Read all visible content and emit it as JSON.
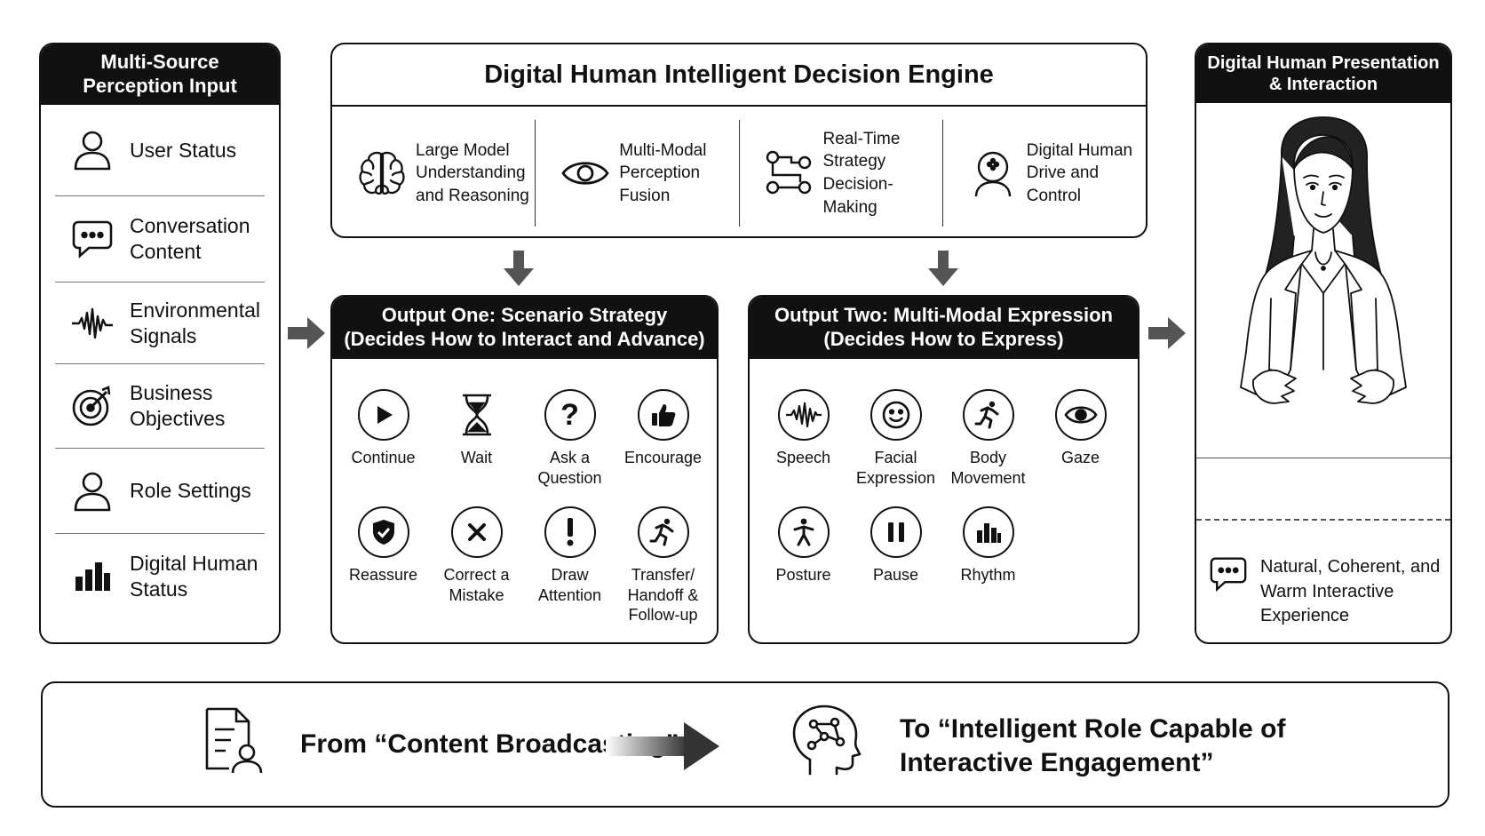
{
  "left_panel": {
    "title_lines": [
      "Multi-Source",
      "Perception Input"
    ],
    "items": [
      {
        "icon": "user-icon",
        "lines": [
          "User Status"
        ]
      },
      {
        "icon": "chat-bubble-icon",
        "lines": [
          "Conversation",
          "Content"
        ]
      },
      {
        "icon": "waveform-icon",
        "lines": [
          "Environmental",
          "Signals"
        ]
      },
      {
        "icon": "target-icon",
        "lines": [
          "Business",
          "Objectives"
        ]
      },
      {
        "icon": "user-icon",
        "lines": [
          "Role Settings"
        ]
      },
      {
        "icon": "bar-chart-icon",
        "lines": [
          "Digital Human",
          "Status"
        ]
      }
    ]
  },
  "engine": {
    "title": "Digital Human Intelligent Decision Engine",
    "modules": [
      {
        "icon": "brain-icon",
        "lines": [
          "Large Model",
          "Understanding",
          "and Reasoning"
        ]
      },
      {
        "icon": "eye-icon",
        "lines": [
          "Multi-Modal Perception",
          "Fusion"
        ]
      },
      {
        "icon": "flow-nodes-icon",
        "lines": [
          "Real-Time Strategy",
          "Decision-Making"
        ]
      },
      {
        "icon": "robot-head-icon",
        "lines": [
          "Digital Human",
          "Drive and",
          "Control"
        ]
      }
    ]
  },
  "output_one": {
    "title_lines": [
      "Output One: Scenario Strategy",
      "(Decides How to Interact and Advance)"
    ],
    "items": [
      {
        "icon": "play-icon",
        "lines": [
          "Continue"
        ]
      },
      {
        "icon": "hourglass-icon",
        "lines": [
          "Wait"
        ]
      },
      {
        "icon": "question-icon",
        "lines": [
          "Ask a",
          "Question"
        ]
      },
      {
        "icon": "thumbs-up-icon",
        "lines": [
          "Encourage"
        ]
      },
      {
        "icon": "shield-check-icon",
        "lines": [
          "Reassure"
        ]
      },
      {
        "icon": "x-icon",
        "lines": [
          "Correct a",
          "Mistake"
        ]
      },
      {
        "icon": "exclamation-icon",
        "lines": [
          "Draw",
          "Attention"
        ]
      },
      {
        "icon": "running-person-icon",
        "lines": [
          "Transfer/",
          "Handoff &",
          "Follow-up"
        ]
      }
    ]
  },
  "output_two": {
    "title_lines": [
      "Output Two: Multi-Modal Expression",
      "(Decides How to Express)"
    ],
    "items": [
      {
        "icon": "waveform-icon",
        "lines": [
          "Speech"
        ]
      },
      {
        "icon": "smile-icon",
        "lines": [
          "Facial",
          "Expression"
        ]
      },
      {
        "icon": "running-person-icon",
        "lines": [
          "Body",
          "Movement"
        ]
      },
      {
        "icon": "eye-icon",
        "lines": [
          "Gaze"
        ]
      },
      {
        "icon": "standing-person-icon",
        "lines": [
          "Posture"
        ]
      },
      {
        "icon": "pause-icon",
        "lines": [
          "Pause"
        ]
      },
      {
        "icon": "bar-chart-icon",
        "lines": [
          "Rhythm"
        ]
      }
    ]
  },
  "right_panel": {
    "title_lines": [
      "Digital Human Presentation",
      "& Interaction"
    ],
    "experience_icon": "chat-bubble-icon",
    "experience_lines": [
      "Natural, Coherent, and",
      "Warm Interactive",
      "Experience"
    ]
  },
  "bottom": {
    "from_icon": "document-person-icon",
    "from_text": "From “Content Broadcasting”",
    "to_icon": "head-network-icon",
    "to_lines": [
      "To “Intelligent Role Capable of",
      "Interactive Engagement”"
    ]
  }
}
